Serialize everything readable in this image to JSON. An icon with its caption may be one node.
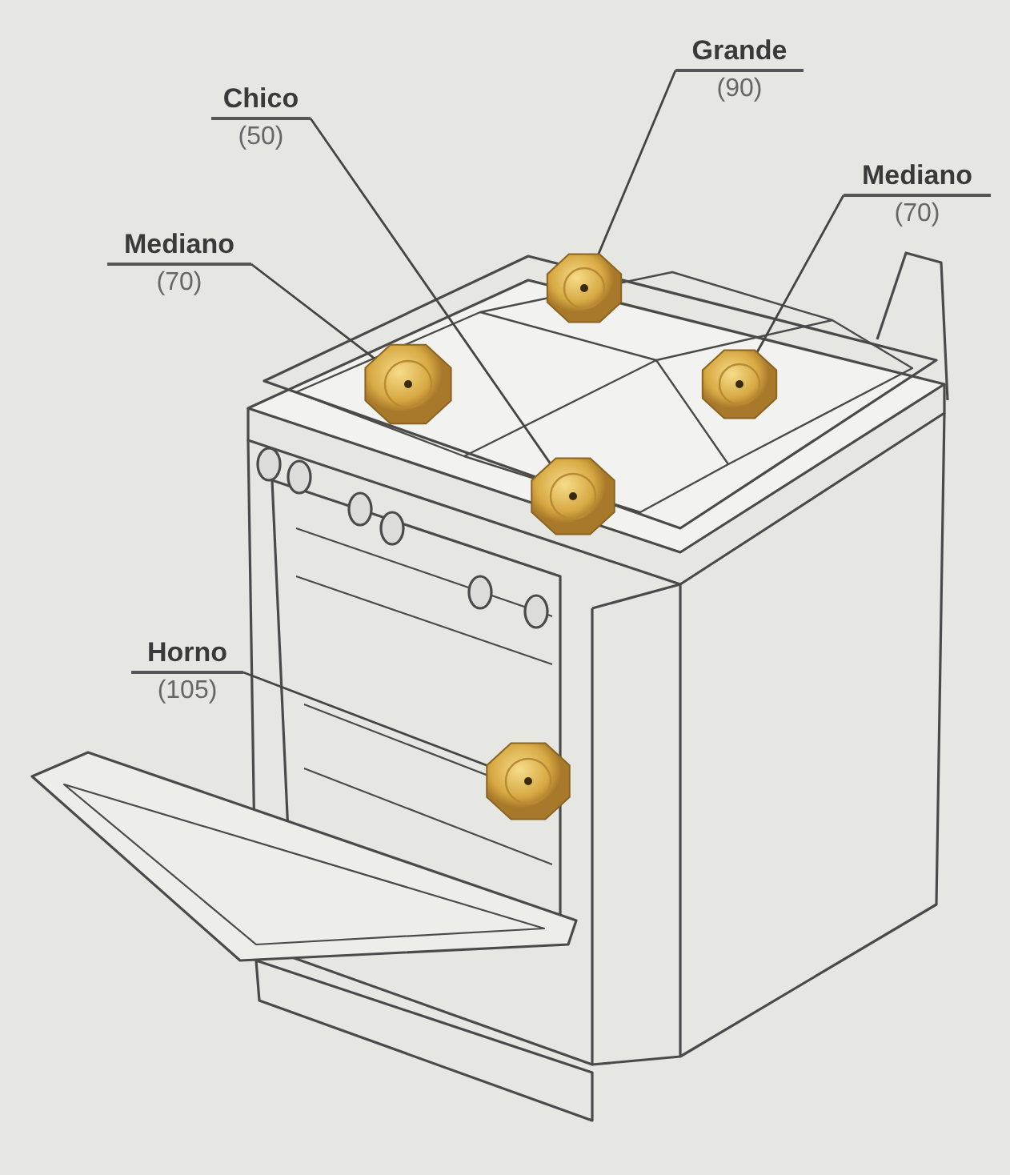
{
  "diagram": {
    "nodes": [
      {
        "text": [
          "Grande",
          "(90)"
        ]
      },
      {
        "text": [
          "Chico",
          "(50)"
        ]
      },
      {
        "text": [
          "Mediano",
          "(70)"
        ]
      },
      {
        "text": [
          "Mediano",
          "(70)"
        ]
      },
      {
        "text": [
          "Horno",
          "(105)"
        ]
      },
      {
        "text": [],
        "shape": "picture"
      },
      {
        "text": [],
        "shape": "picture"
      },
      {
        "text": [],
        "shape": "picture"
      },
      {
        "text": [],
        "shape": "picture"
      },
      {
        "text": [],
        "shape": "picture"
      }
    ],
    "edges": [
      {
        "from": 0,
        "to": 5,
        "arrow": "none"
      },
      {
        "from": 1,
        "to": 8,
        "arrow": "none"
      },
      {
        "from": 2,
        "to": 7,
        "arrow": "none"
      },
      {
        "from": 3,
        "to": 6,
        "arrow": "none"
      },
      {
        "from": 4,
        "to": 9,
        "arrow": "none"
      }
    ]
  }
}
